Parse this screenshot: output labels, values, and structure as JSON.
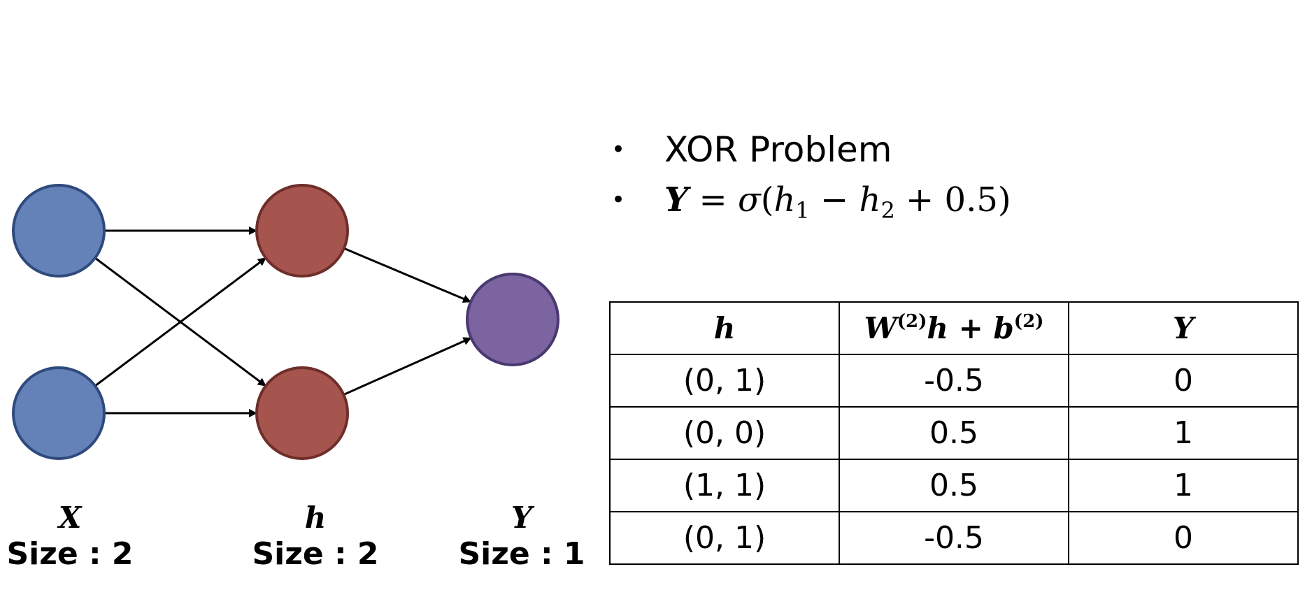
{
  "colors": {
    "input_node": "#6482B8",
    "input_node_stroke": "#2F4A7C",
    "hidden_node": "#A6544E",
    "hidden_node_stroke": "#6E2E2A",
    "output_node": "#7B64A0",
    "output_node_stroke": "#4A3870",
    "edge": "#000000"
  },
  "layers": [
    {
      "symbol": "X",
      "size_text": "Size : 2"
    },
    {
      "symbol": "h",
      "size_text": "Size : 2"
    },
    {
      "symbol": "Y",
      "size_text": "Size : 1"
    }
  ],
  "bullets": {
    "item1": "XOR Problem",
    "item2": {
      "lhs": "Y",
      "equals": " = ",
      "sigma": "σ",
      "open": "(",
      "h1": "h",
      "h1_sub": "1",
      "minus": " − ",
      "h2": "h",
      "h2_sub": "2",
      "tail": " + 0.5)"
    }
  },
  "table": {
    "headers": {
      "col1": "h",
      "col2_W": "W",
      "col2_W_sup": "(2)",
      "col2_mid": "h + ",
      "col2_b": "b",
      "col2_b_sup": "(2)",
      "col3": "Y"
    },
    "rows": [
      [
        "(0, 1)",
        "-0.5",
        "0"
      ],
      [
        "(0, 0)",
        "0.5",
        "1"
      ],
      [
        "(1, 1)",
        "0.5",
        "1"
      ],
      [
        "(0, 1)",
        "-0.5",
        "0"
      ]
    ]
  }
}
